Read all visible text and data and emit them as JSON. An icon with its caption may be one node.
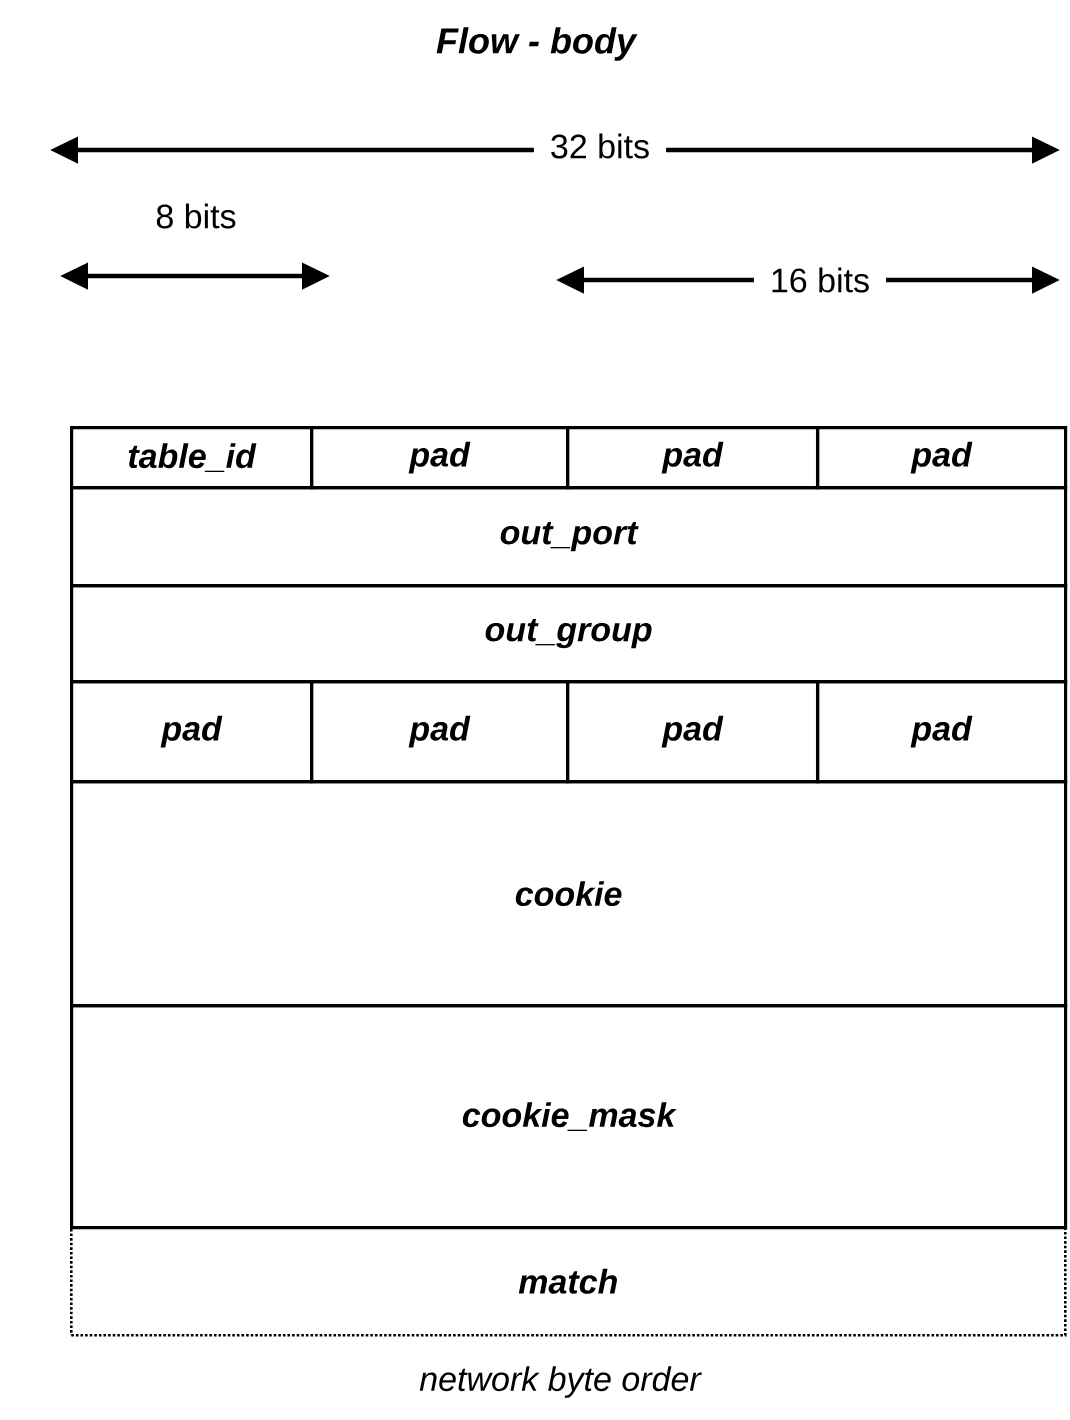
{
  "diagram": {
    "title": "Flow - body",
    "caption": "network byte order",
    "nodes": [
      {
        "text": [
          "table_id"
        ]
      },
      {
        "text": [
          "pad"
        ]
      },
      {
        "text": [
          "pad"
        ]
      },
      {
        "text": [
          "pad"
        ]
      },
      {
        "text": [
          "out_port"
        ]
      },
      {
        "text": [
          "out_group"
        ]
      },
      {
        "text": [
          "pad"
        ]
      },
      {
        "text": [
          "pad"
        ]
      },
      {
        "text": [
          "pad"
        ]
      },
      {
        "text": [
          "pad"
        ]
      },
      {
        "text": [
          "cookie"
        ]
      },
      {
        "text": [
          "cookie_mask"
        ]
      },
      {
        "text": [
          "match"
        ]
      }
    ],
    "labels": [
      "32 bits",
      "8 bits",
      "16 bits"
    ]
  }
}
